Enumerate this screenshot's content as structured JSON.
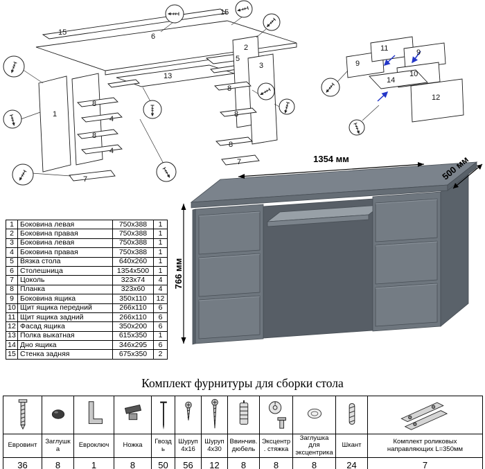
{
  "title": "Комплект фурнитуры для сборки стола",
  "desk": {
    "width_label": "1354 мм",
    "depth_label": "500 мм",
    "height_label": "766 мм"
  },
  "parts": {
    "rows": [
      {
        "num": "1",
        "name": "Боковина левая",
        "size": "750x388",
        "qty": "1"
      },
      {
        "num": "2",
        "name": "Боковина правая",
        "size": "750x388",
        "qty": "1"
      },
      {
        "num": "3",
        "name": "Боковина левая",
        "size": "750x388",
        "qty": "1"
      },
      {
        "num": "4",
        "name": "Боковина правая",
        "size": "750x388",
        "qty": "1"
      },
      {
        "num": "5",
        "name": "Вязка стола",
        "size": "640x260",
        "qty": "1"
      },
      {
        "num": "6",
        "name": "Столешница",
        "size": "1354x500",
        "qty": "1"
      },
      {
        "num": "7",
        "name": "Цоколь",
        "size": "323x74",
        "qty": "4"
      },
      {
        "num": "8",
        "name": "Планка",
        "size": "323x60",
        "qty": "4"
      },
      {
        "num": "9",
        "name": "Боковина ящика",
        "size": "350x110",
        "qty": "12"
      },
      {
        "num": "10",
        "name": "Щит ящика передний",
        "size": "266x110",
        "qty": "6"
      },
      {
        "num": "11",
        "name": "Щит ящика задний",
        "size": "266x110",
        "qty": "6"
      },
      {
        "num": "12",
        "name": "Фасад ящика",
        "size": "350x200",
        "qty": "6"
      },
      {
        "num": "13",
        "name": "Полка выкатная",
        "size": "615x350",
        "qty": "1"
      },
      {
        "num": "14",
        "name": "Дно ящика",
        "size": "346x295",
        "qty": "6"
      },
      {
        "num": "15",
        "name": "Стенка задняя",
        "size": "675x350",
        "qty": "2"
      }
    ]
  },
  "hardware": {
    "items": [
      {
        "icon": "confirmat-screw-icon",
        "label": "Евровинт",
        "qty": "36"
      },
      {
        "icon": "cover-cap-icon",
        "label": "Заглушка",
        "qty": "8"
      },
      {
        "icon": "hex-key-icon",
        "label": "Евроключ",
        "qty": "1"
      },
      {
        "icon": "furniture-leg-icon",
        "label": "Ножка",
        "qty": "8"
      },
      {
        "icon": "nail-icon",
        "label": "Гвоздь",
        "qty": "50"
      },
      {
        "icon": "screw-4x16-icon",
        "label": "Шуруп 4x16",
        "qty": "56"
      },
      {
        "icon": "screw-4x30-icon",
        "label": "Шуруп 4x30",
        "qty": "12"
      },
      {
        "icon": "screw-in-dowel-icon",
        "label": "Ввинчив. дюбель",
        "qty": "8"
      },
      {
        "icon": "cam-lock-icon",
        "label": "Эксцентр. стяжка",
        "qty": "8"
      },
      {
        "icon": "cam-cover-icon",
        "label": "Заглушка для эксцентрика",
        "qty": "8"
      },
      {
        "icon": "wood-dowel-icon",
        "label": "Шкант",
        "qty": "24"
      },
      {
        "icon": "drawer-slides-icon",
        "label": "Комплект роликовых направляющих L=350мм",
        "qty": "7"
      }
    ]
  },
  "diagram": {
    "main_labels": [
      "15",
      "15",
      "6",
      "13",
      "5",
      "2",
      "3",
      "1",
      "8",
      "4",
      "8",
      "4",
      "7",
      "8",
      "8",
      "8",
      "7"
    ],
    "drawer_labels": [
      "11",
      "9",
      "9",
      "10",
      "14",
      "12"
    ]
  },
  "colors": {
    "desk_gray": "#6e767e",
    "desk_top_gray": "#7b838c",
    "assembly_arrow_blue": "#2336c8"
  }
}
